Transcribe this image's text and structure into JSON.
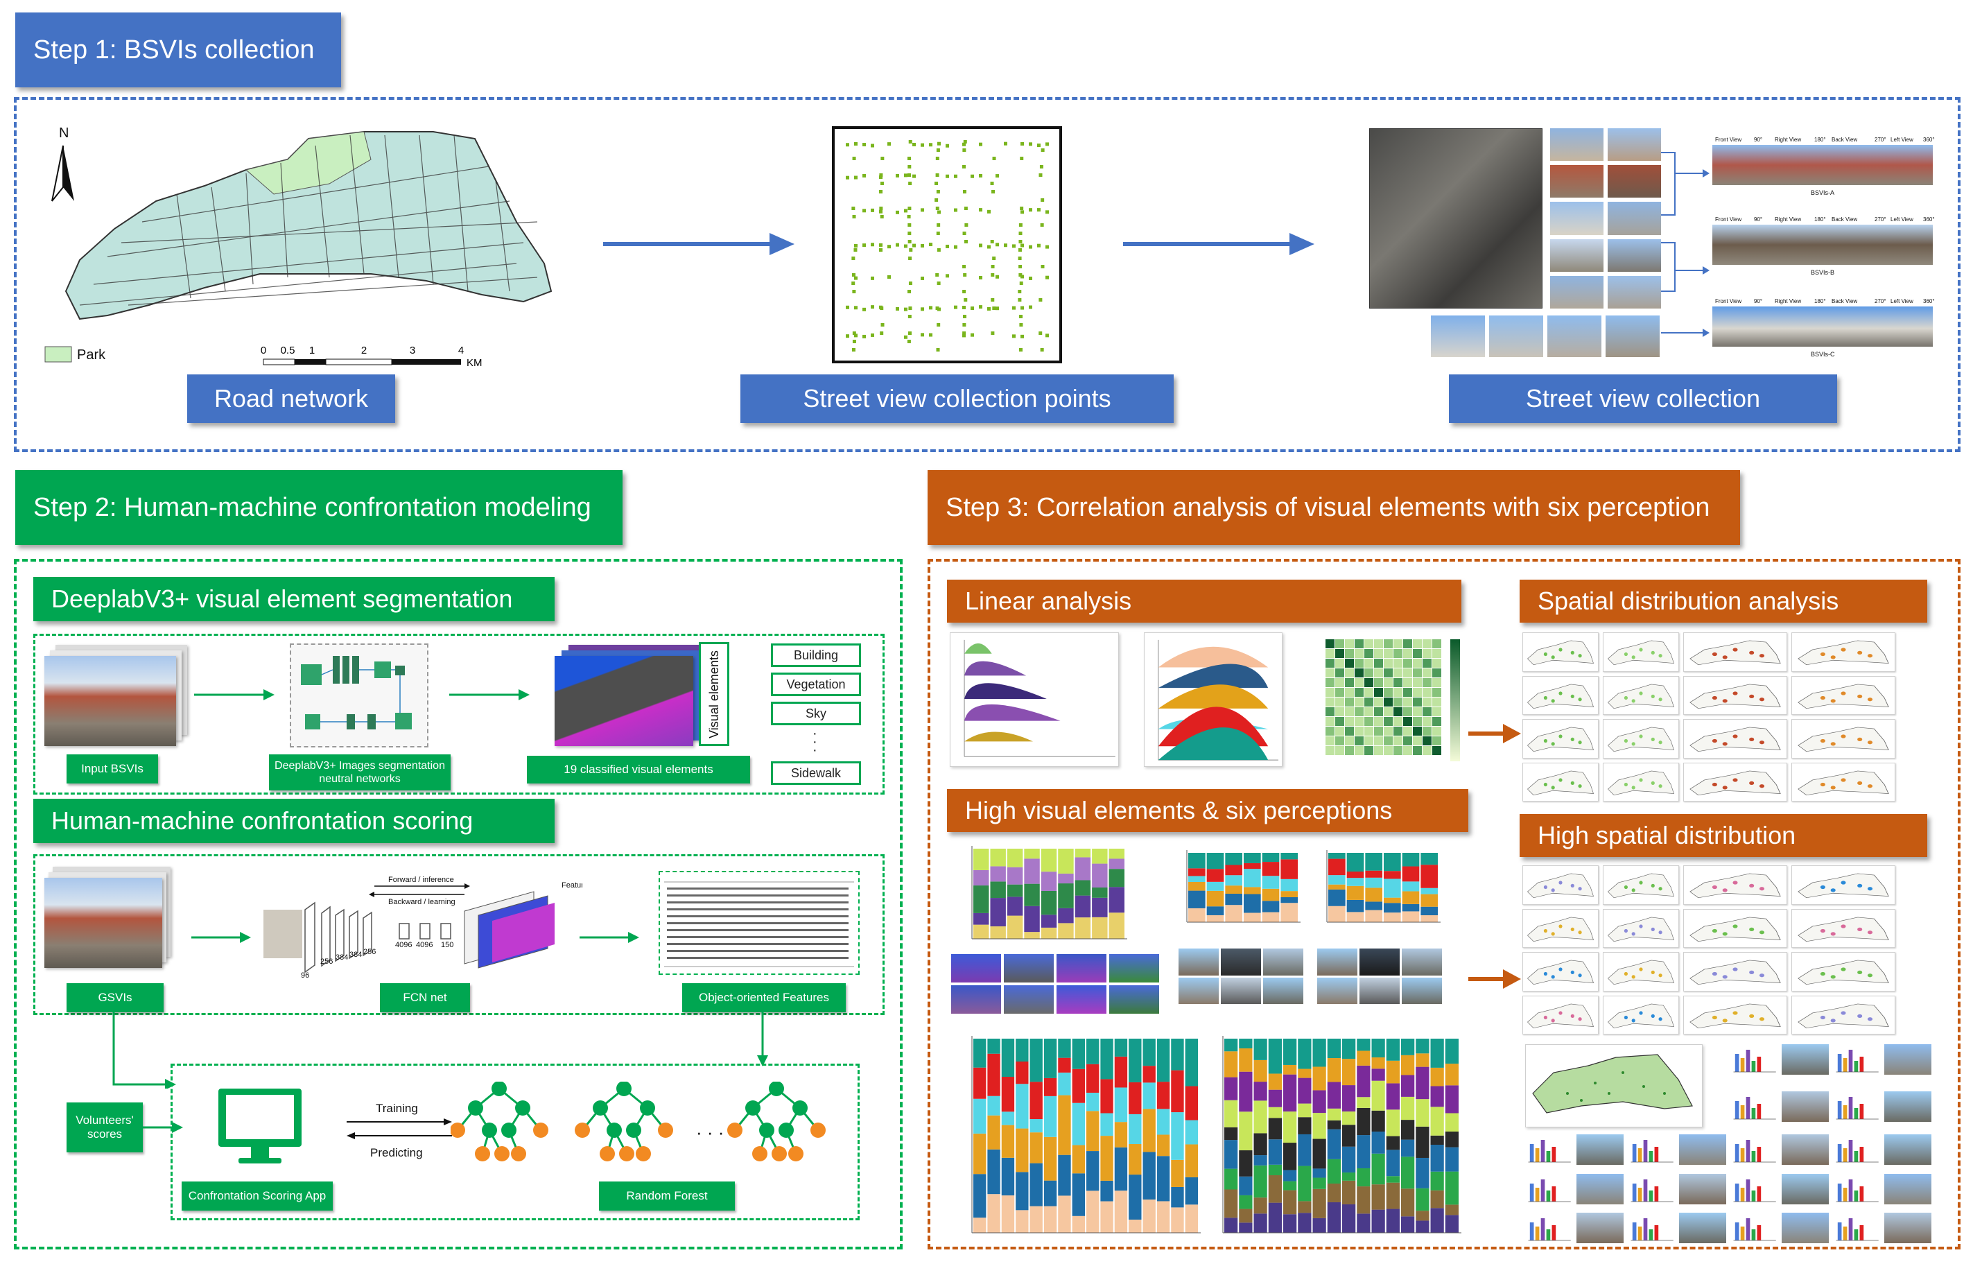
{
  "step1": {
    "title": "Step 1: BSVIs collection",
    "road_network": "Road network",
    "collection_points": "Street view collection points",
    "street_view_collection": "Street view collection",
    "map_legend_park": "Park",
    "map_north": "N",
    "scale_ticks": [
      "0",
      "0.5",
      "1",
      "2",
      "3",
      "4"
    ],
    "scale_unit": "KM",
    "sv_view_labels": [
      "Front View",
      "90°",
      "Right View",
      "180°",
      "Back View",
      "270°",
      "Left View",
      "360°"
    ],
    "bsvi_labels": [
      "BSVIs-A",
      "BSVIs-B",
      "BSVIs-C"
    ]
  },
  "step2": {
    "title": "Step 2: Human-machine confrontation modeling",
    "seg_title": "DeeplabV3+ visual element segmentation",
    "scoring_title": "Human-machine confrontation scoring",
    "input_bsvis": "Input BSVIs",
    "deeplab_label": "DeeplabV3+ Images segmentation neutral networks",
    "classified": "19 classified visual elements",
    "visual_elements": "Visual elements",
    "elements": [
      "Building",
      "Vegetation",
      "Sky",
      "Sidewalk"
    ],
    "gsvis": "GSVIs",
    "fcn": "FCN net",
    "object_features": "Object-oriented  Features",
    "volunteers": "Volunteers' scores",
    "app": "Confrontation Scoring App",
    "random_forest": "Random Forest",
    "training": "Training",
    "predicting": "Predicting",
    "forward": "Forward / inference",
    "backward": "Backward / learning",
    "features": "Features",
    "fcn_dims": [
      "96",
      "256",
      "384",
      "384",
      "256",
      "4096",
      "4096",
      "150"
    ],
    "ellipsis": "· · ·"
  },
  "step3": {
    "title": "Step 3: Correlation analysis of visual elements with six perception",
    "linear": "Linear analysis",
    "spatial": "Spatial distribution analysis",
    "high_visual": "High visual elements & six perceptions",
    "high_spatial": "High spatial distribution"
  },
  "colors": {
    "blue": "#4472c4",
    "green": "#00a651",
    "orange": "#c55a11",
    "map_fill": "#bfe3dd",
    "park": "#c9efc0",
    "point": "#7ab51d"
  }
}
